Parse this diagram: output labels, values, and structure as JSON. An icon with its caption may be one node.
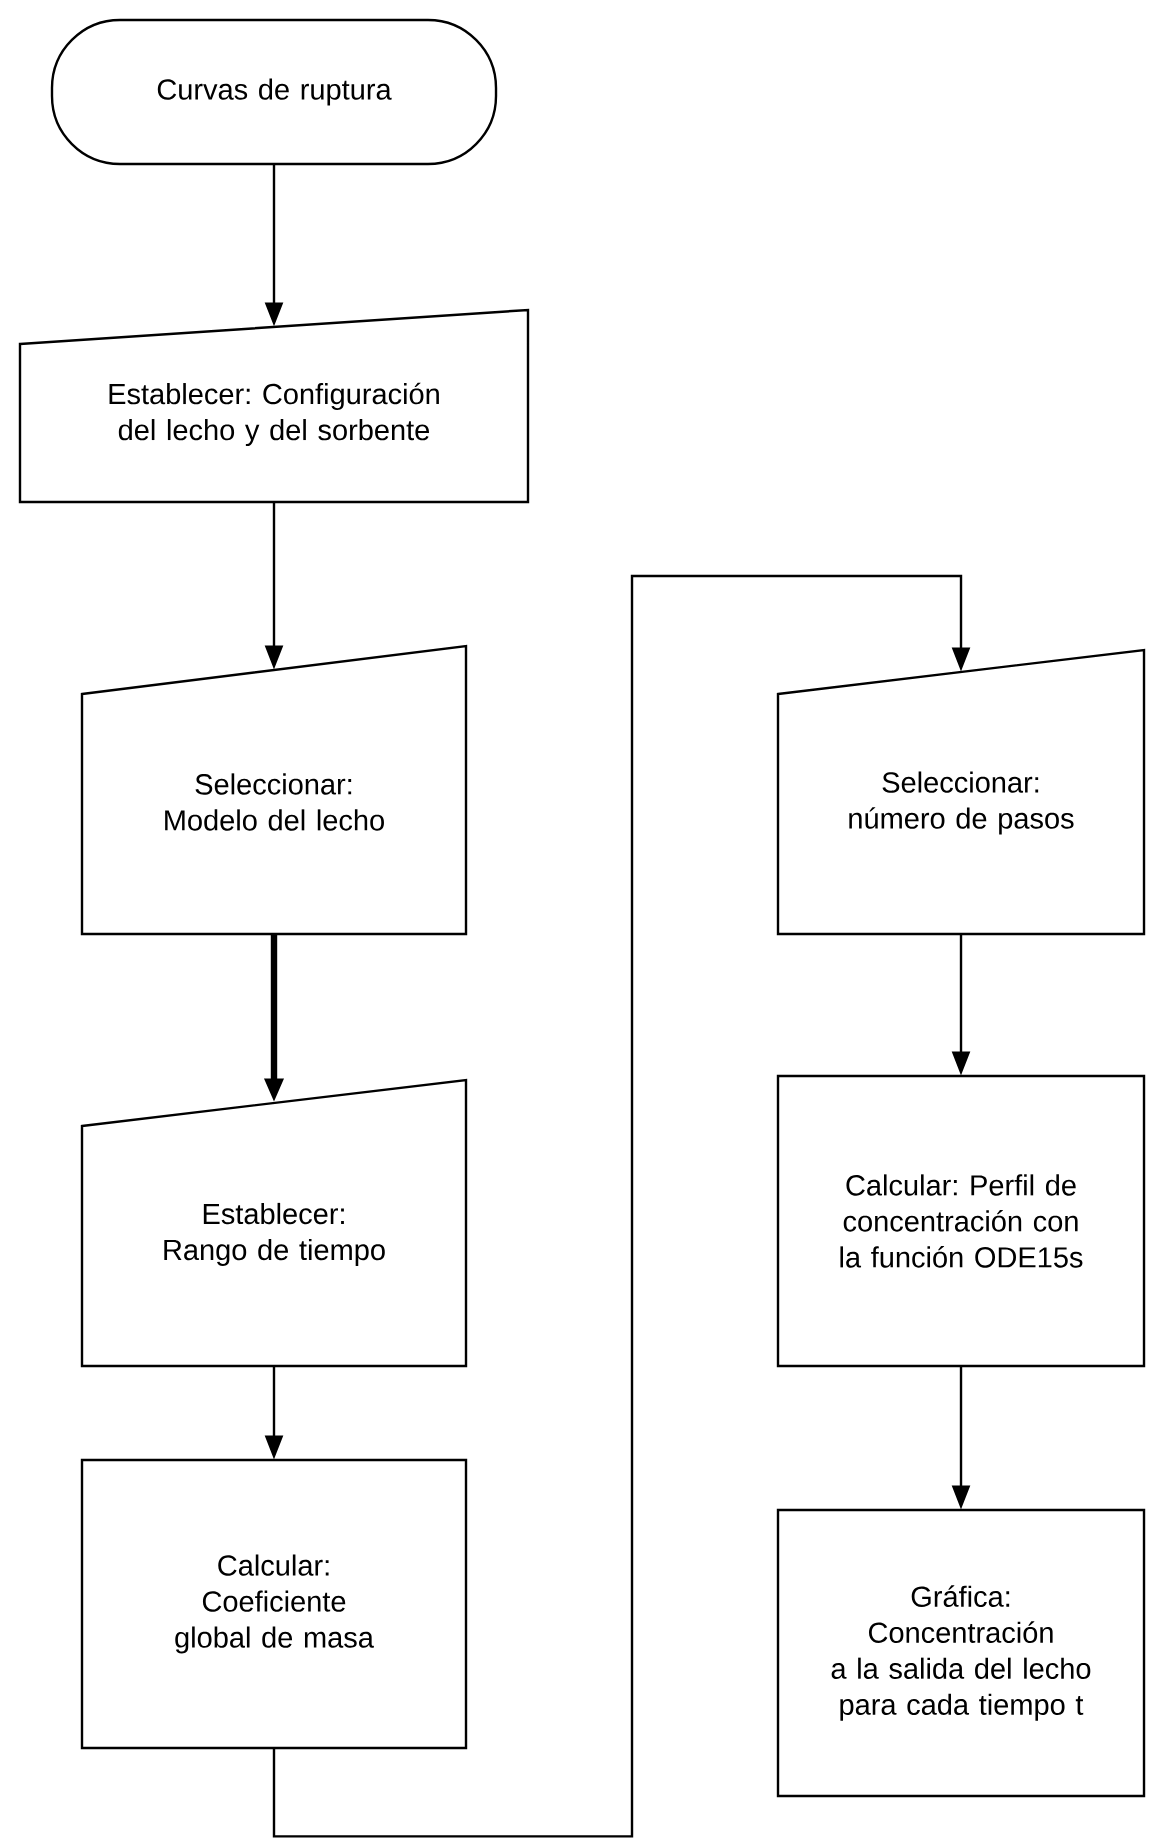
{
  "diagram": {
    "nodes": [
      {
        "text": [
          "Curvas de ruptura"
        ]
      },
      {
        "text": [
          "Establecer: Configuración del lecho y del sorbente"
        ]
      },
      {
        "text": [
          "Seleccionar: Modelo del lecho"
        ]
      },
      {
        "text": [
          "Establecer: Rango de tiempo"
        ]
      },
      {
        "text": [
          "Calcular: Coeficiente global de masa"
        ]
      },
      {
        "text": [
          "Seleccionar: número de pasos"
        ]
      },
      {
        "text": [
          "Calcular: Perfil de concentración con la función ODE15s"
        ]
      },
      {
        "text": [
          "Gráfica: Concentración a la salida del lecho para cada tiempo t"
        ]
      }
    ],
    "edges": [
      {
        "from": 0,
        "to": 1,
        "arrow": "to"
      },
      {
        "from": 1,
        "to": 2,
        "arrow": "to"
      },
      {
        "from": 2,
        "to": 3,
        "arrow": "to",
        "style": "thick"
      },
      {
        "from": 3,
        "to": 4,
        "arrow": "to"
      },
      {
        "from": 4,
        "to": 5,
        "arrow": "to"
      },
      {
        "from": 5,
        "to": 6,
        "arrow": "to"
      },
      {
        "from": 6,
        "to": 7,
        "arrow": "to"
      }
    ]
  }
}
